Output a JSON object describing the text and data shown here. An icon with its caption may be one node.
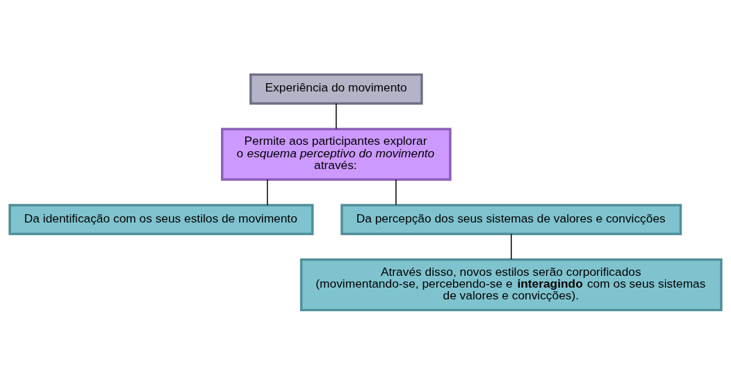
{
  "diagram": {
    "nodes": [
      {
        "text": [
          "Experiência do movimento"
        ]
      },
      {
        "text": [
          "Permite aos participantes explorar o *esquema perceptivo do movimento* através:"
        ]
      },
      {
        "text": [
          "Da identificação com os seus estilos de movimento"
        ]
      },
      {
        "text": [
          "Da percepção dos seus sistemas de valores e convicções"
        ]
      },
      {
        "text": [
          "Através disso, novos estilos serão corporificados (movimentando-se, percebendo-se e **interagindo** com os seus sistemas de valores e convicções)."
        ]
      }
    ],
    "edges": [
      {
        "from": 0,
        "to": 1,
        "arrow": "none"
      },
      {
        "from": 1,
        "to": 2,
        "arrow": "none"
      },
      {
        "from": 1,
        "to": 3,
        "arrow": "none"
      },
      {
        "from": 3,
        "to": 4,
        "arrow": "none"
      }
    ]
  }
}
